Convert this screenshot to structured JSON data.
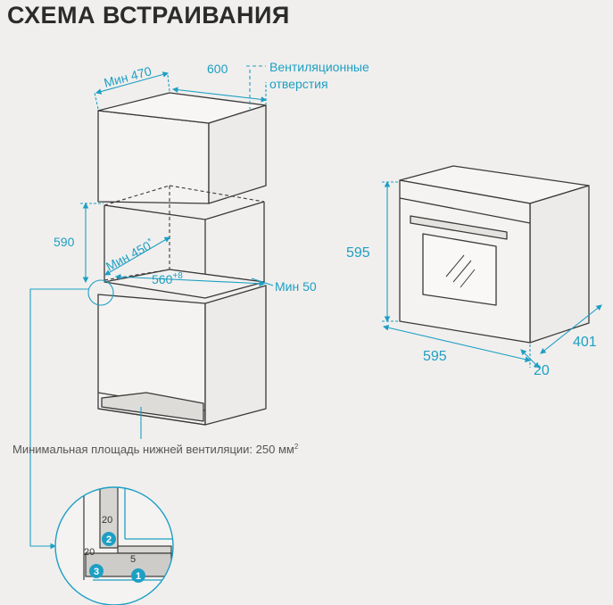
{
  "title": "СХЕМА ВСТРАИВАНИЯ",
  "cabinet": {
    "dim_depth_min": "Мин 470",
    "dim_width": "600",
    "vent_label_line1": "Вентиляционные",
    "vent_label_line2": "отверстия",
    "dim_height": "590",
    "dim_niche_depth": "Мин 450",
    "dim_niche_depth_mark": "*",
    "dim_niche_width": "560",
    "dim_niche_width_tol": "+8",
    "dim_min_50": "Мин 50",
    "vent_area_note": "Минимальная площадь нижней вентиляции: 250 мм",
    "vent_area_sup": "2"
  },
  "oven": {
    "dim_height": "595",
    "dim_width": "595",
    "dim_depth": "401",
    "dim_panel": "20"
  },
  "detail": {
    "label_20_top": "20",
    "label_20_left": "20",
    "label_5": "5",
    "badge_1": "1",
    "badge_2": "2",
    "badge_3": "3"
  },
  "colors": {
    "accent": "#1d9fc4",
    "line": "#3a3a3a",
    "background": "#f0efed",
    "title": "#2b2b2b"
  }
}
